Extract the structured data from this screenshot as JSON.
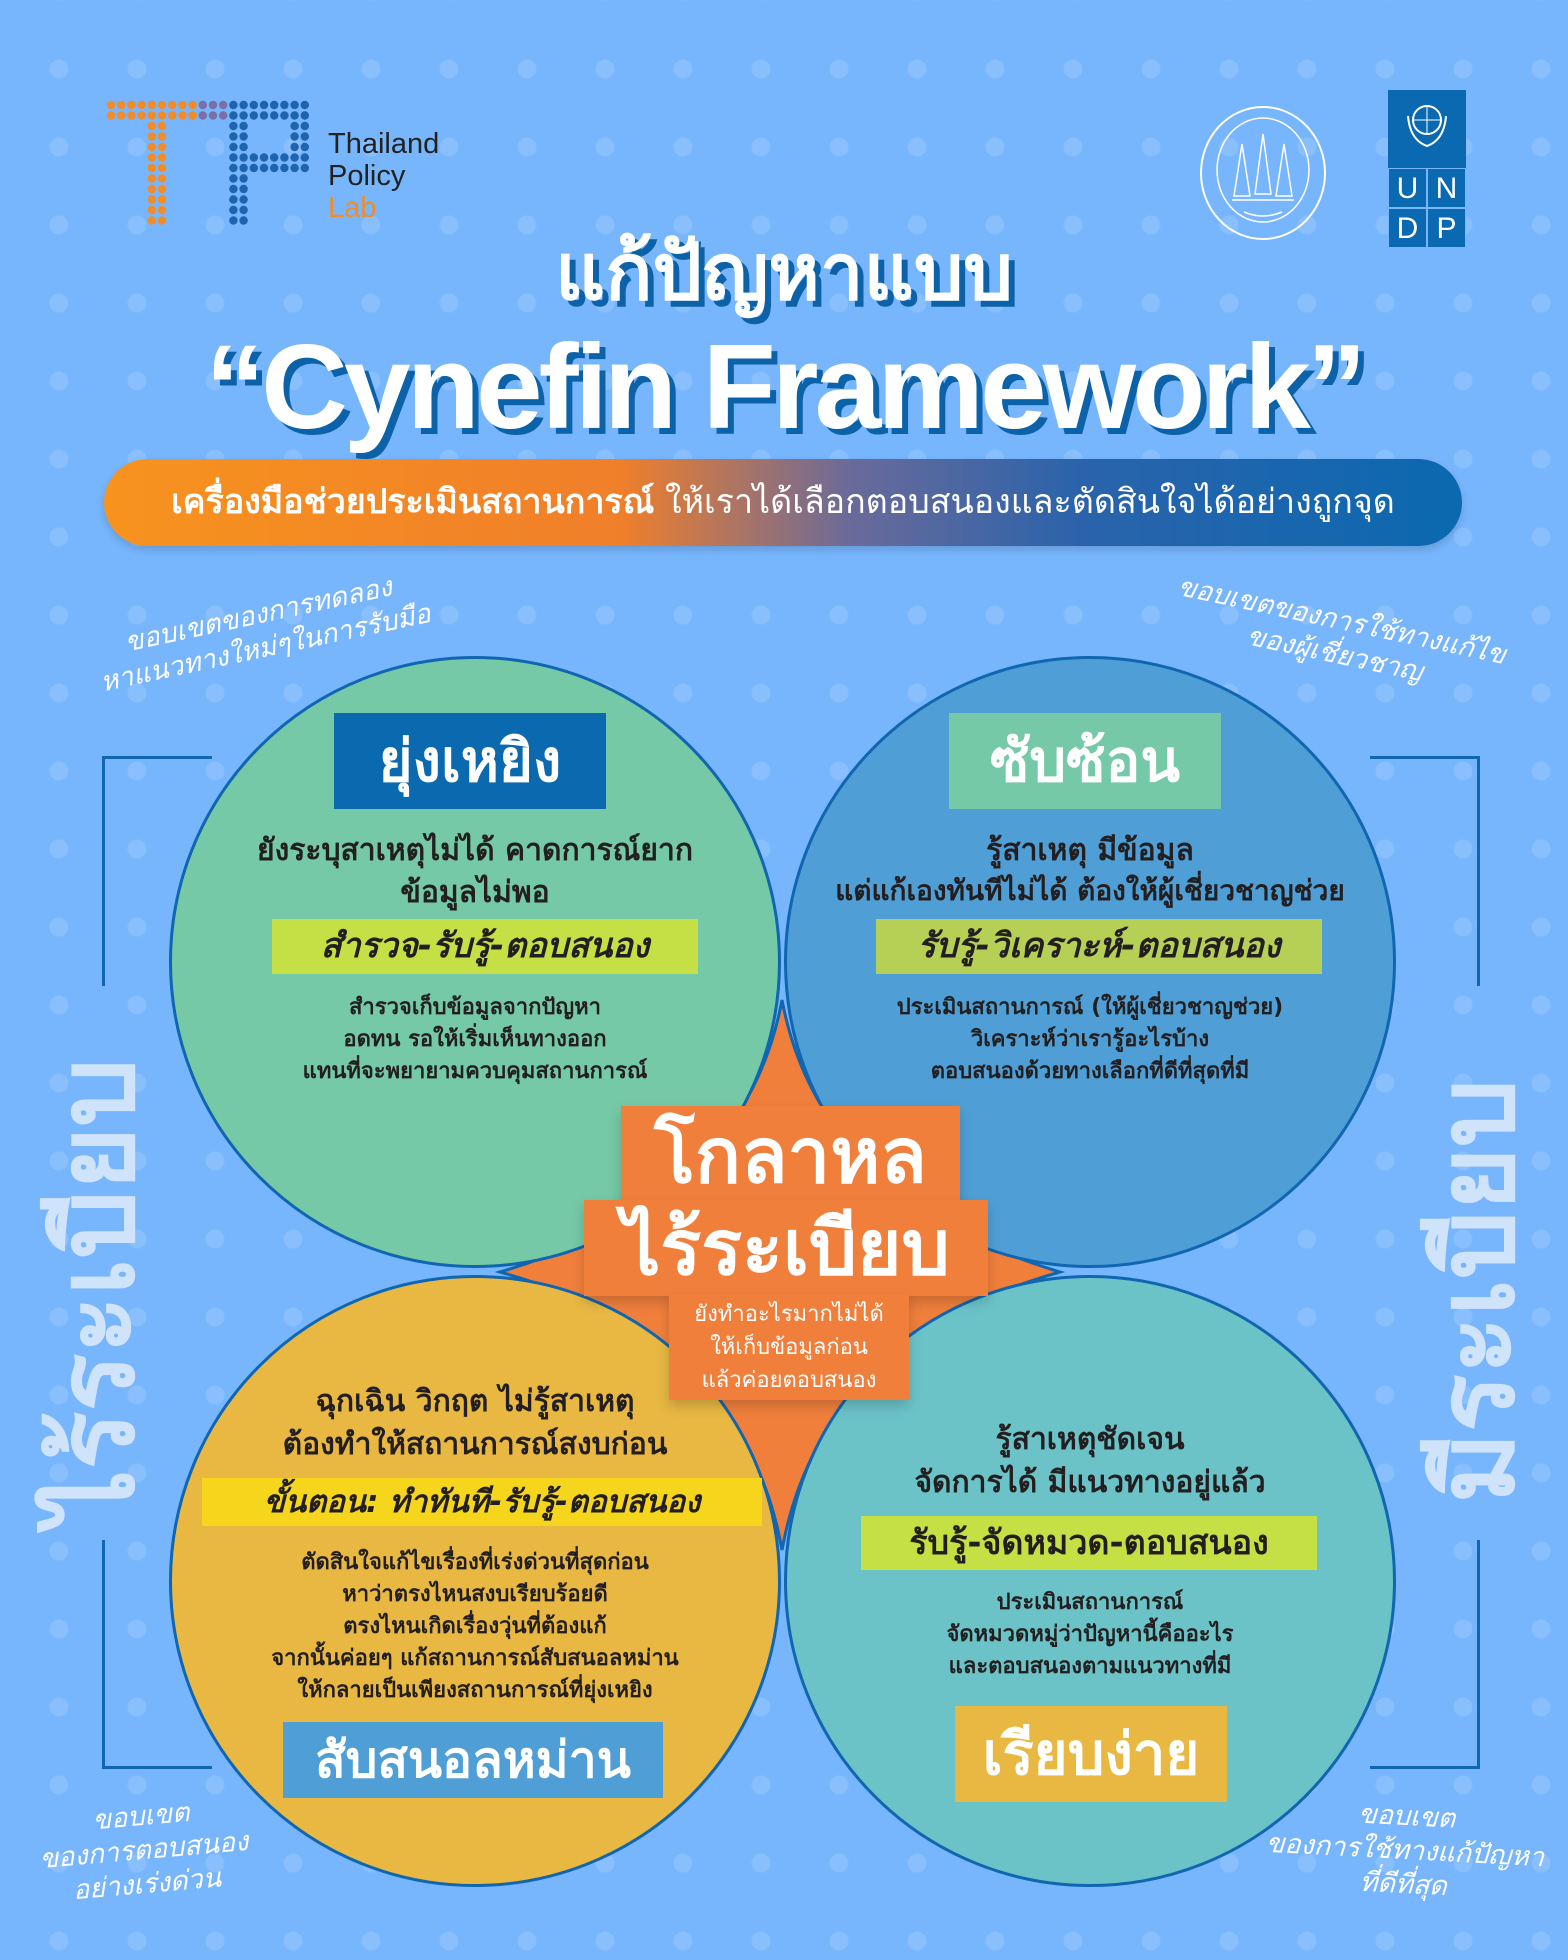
{
  "logos": {
    "tpl": {
      "line1": "Thailand",
      "line2": "Policy",
      "line3": "Lab"
    },
    "nesdc": {
      "text": "Office of the National Economic and Social Development Council"
    },
    "undp": {
      "letters": [
        "U",
        "N",
        "D",
        "P"
      ]
    }
  },
  "header": {
    "title_thai": "แก้ปัญหาแบบ",
    "title_en": "“Cynefin Framework”",
    "subtitle_bold": "เครื่องมือช่วยประเมินสถานการณ์",
    "subtitle_rest": " ให้เราได้เลือกตอบสนองและตัดสินใจได้อย่างถูกจุด"
  },
  "side_labels": {
    "left": "ไร้ระเบียบ",
    "right": "มีระเบียบ"
  },
  "notes": {
    "top_left": [
      "ขอบเขตของการทดลอง",
      "หาแนวทางใหม่ๆในการรับมือ"
    ],
    "top_right": [
      "ขอบเขตของการใช้ทางแก้ไข",
      "ของผู้เชี่ยวชาญ"
    ],
    "bottom_left": [
      "ขอบเขต",
      "ของการตอบสนอง",
      "อย่างเร่งด่วน"
    ],
    "bottom_right": [
      "ขอบเขต",
      "ของการใช้ทางแก้ปัญหา",
      "ที่ดีที่สุด"
    ]
  },
  "domains": {
    "complex": {
      "name": "ยุ่งเหยิง",
      "desc": [
        "ยังระบุสาเหตุไม่ได้ คาดการณ์ยาก",
        "ข้อมูลไม่พอ"
      ],
      "steps": "สำรวจ-รับรู้-ตอบสนอง",
      "details": [
        "สำรวจเก็บข้อมูลจากปัญหา",
        "อดทน รอให้เริ่มเห็นทางออก",
        "แทนที่จะพยายามควบคุมสถานการณ์"
      ],
      "color": "#75c9a6",
      "tag_color": "#0b69b0"
    },
    "complicated": {
      "name": "ซับซ้อน",
      "desc": [
        "รู้สาเหตุ มีข้อมูล",
        "แต่แก้เองทันทีไม่ได้ ต้องให้ผู้เชี่ยวชาญช่วย"
      ],
      "steps": "รับรู้-วิเคราะห์-ตอบสนอง",
      "details": [
        "ประเมินสถานการณ์ (ให้ผู้เชี่ยวชาญช่วย)",
        "วิเคราะห์ว่าเรารู้อะไรบ้าง",
        "ตอบสนองด้วยทางเลือกที่ดีที่สุดที่มี"
      ],
      "color": "#4f9fd6",
      "tag_color": "#75c9a6"
    },
    "chaotic": {
      "name": "สับสนอลหม่าน",
      "desc": [
        "ฉุกเฉิน วิกฤต ไม่รู้สาเหตุ",
        "ต้องทำให้สถานการณ์สงบก่อน"
      ],
      "steps": "ขั้นตอน: ทำทันที-รับรู้-ตอบสนอง",
      "details": [
        "ตัดสินใจแก้ไขเรื่องที่เร่งด่วนที่สุดก่อน",
        "หาว่าตรงไหนสงบเรียบร้อยดี",
        "ตรงไหนเกิดเรื่องวุ่นที่ต้องแก้",
        "จากนั้นค่อยๆ แก้สถานการณ์สับสนอลหม่าน",
        "ให้กลายเป็นเพียงสถานการณ์ที่ยุ่งเหยิง"
      ],
      "color": "#e8b843",
      "tag_color": "#4f9fd6"
    },
    "clear": {
      "name": "เรียบง่าย",
      "desc": [
        "รู้สาเหตุชัดเจน",
        "จัดการได้ มีแนวทางอยู่แล้ว"
      ],
      "steps": "รับรู้-จัดหมวด-ตอบสนอง",
      "details": [
        "ประเมินสถานการณ์",
        "จัดหมวดหมู่ว่าปัญหานี้คืออะไร",
        "และตอบสนองตามแนวทางที่มี"
      ],
      "color": "#6bc3c8",
      "tag_color": "#e8b843"
    },
    "disorder": {
      "name_line1": "โกลาหล",
      "name_line2": "ไร้ระเบียบ",
      "details": [
        "ยังทำอะไรมากไม่ได้",
        "ให้เก็บข้อมูลก่อน",
        "แล้วค่อยตอบสนอง"
      ],
      "color": "#f07f3c"
    }
  },
  "colors": {
    "background": "#77b5fd",
    "outline": "#1066b0",
    "highlight_green": "#c5e045",
    "highlight_yellow": "#f6d51d"
  }
}
